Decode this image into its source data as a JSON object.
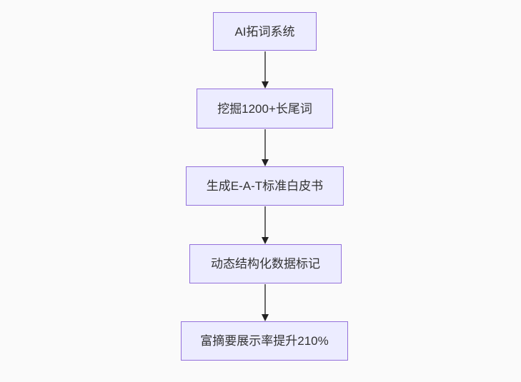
{
  "diagram": {
    "type": "flowchart",
    "direction": "top-down",
    "nodes": [
      {
        "id": "n1",
        "label": "AI拓词系统"
      },
      {
        "id": "n2",
        "label": "挖掘1200+长尾词"
      },
      {
        "id": "n3",
        "label": "生成E-A-T标准白皮书"
      },
      {
        "id": "n4",
        "label": "动态结构化数据标记"
      },
      {
        "id": "n5",
        "label": "富摘要展示率提升210%"
      }
    ],
    "edges": [
      {
        "from": "n1",
        "to": "n2"
      },
      {
        "from": "n2",
        "to": "n3"
      },
      {
        "from": "n3",
        "to": "n4"
      },
      {
        "from": "n4",
        "to": "n5"
      }
    ],
    "colors": {
      "background": "#FAFAFA",
      "node_fill": "#ECECFF",
      "node_border": "#9370DB",
      "node_text": "#333333",
      "arrow": "#393939"
    }
  }
}
